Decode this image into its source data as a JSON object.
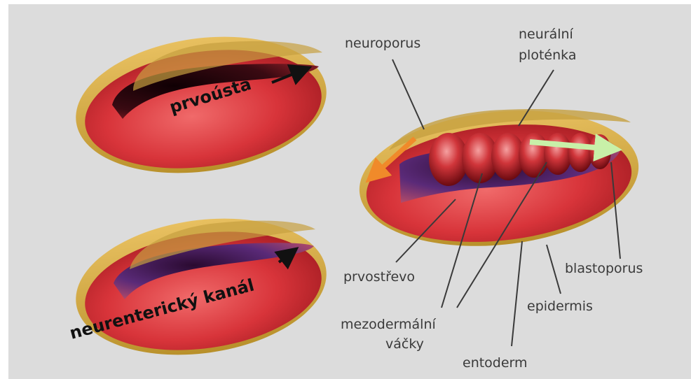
{
  "labels": {
    "prvousta": "prvoústa",
    "neurentericky_kanal": "neurenterický kanál",
    "neuroporus": "neuroporus",
    "neuralni_1": "neurální",
    "neuralni_2": "ploténka",
    "prvostrevo": "prvostřevo",
    "mezodermalni_1": "mezodermální",
    "mezodermalni_2": "váčky",
    "entoderm": "entoderm",
    "epidermis": "epidermis",
    "blastoporus": "blastoporus"
  },
  "colors": {
    "background": "#dcdcdc",
    "embryo_red": "#d8343a",
    "embryo_yellow": "#d9b24a",
    "cavity_dark": "#2a0a10",
    "cavity_purple": "#5a2a78",
    "orange_arrow": "#f08a2a",
    "green_arrow": "#c8f0a8"
  }
}
